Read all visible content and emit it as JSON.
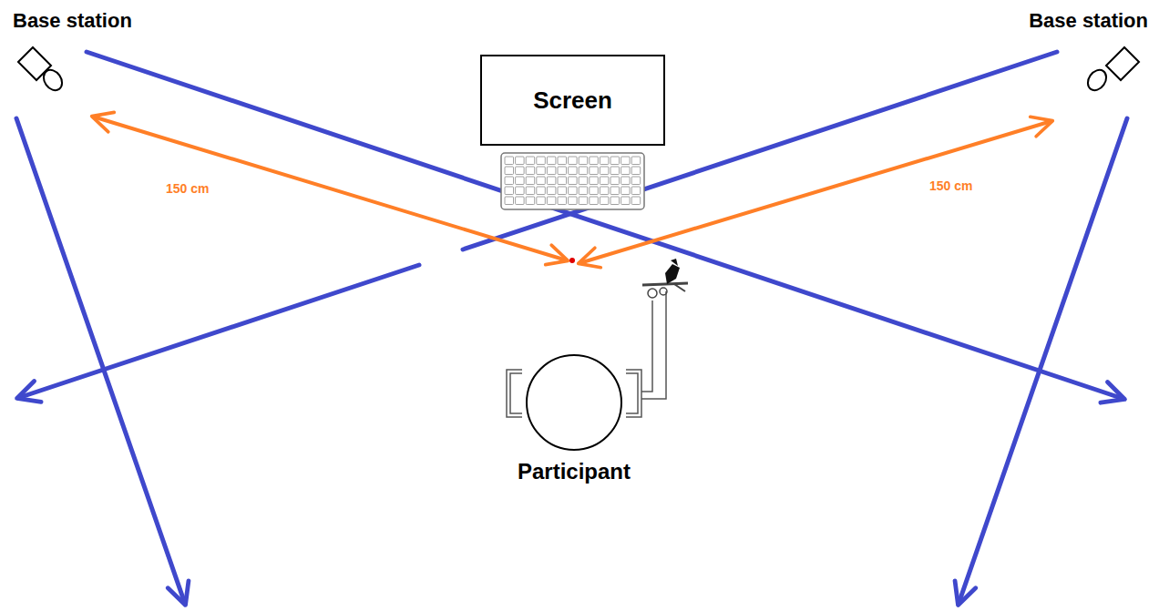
{
  "diagram": {
    "nodes": [
      {
        "text": [
          "Base station"
        ]
      },
      {
        "text": [
          "Screen"
        ]
      },
      {
        "text": [
          "Base station"
        ]
      },
      {
        "text": [
          "Participant"
        ]
      }
    ],
    "labels": [
      "150 cm",
      "150 cm"
    ]
  }
}
